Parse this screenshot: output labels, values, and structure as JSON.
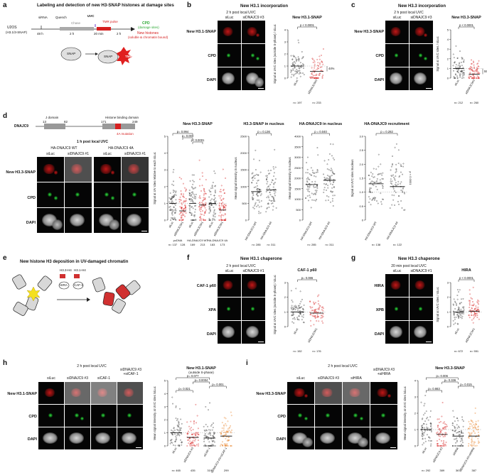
{
  "panel_a": {
    "letter": "a",
    "title": "Labeling and detection of new H3-SNAP histones at damage sites",
    "cell_line": "U2OS",
    "cell_line_sub": "(H3.1/3-SNAP)",
    "siRNA": "siRNA",
    "quench": "Quench",
    "chase": "Chase",
    "uvc": "UVC",
    "tmr_pulse": "TMR pulse",
    "t48": "48 h",
    "t2h_a": "2 h",
    "t20min": "20 min",
    "t2h_b": "2 h",
    "cpd": "CPD",
    "cpd_sub": "(damage sites)",
    "new_histones": "New histones",
    "new_histones_sub": "(soluble & chromatin bound)",
    "snap": "SNAP",
    "tmr": "TMR"
  },
  "panel_b": {
    "letter": "b",
    "title": "New H3.1 incorporation",
    "condition": "2 h post local UVC",
    "cols": [
      "siLuc",
      "siDNAJC9 #3"
    ],
    "rows": [
      "New H3.1-SNAP",
      "CPD",
      "DAPI"
    ],
    "plot_title": "New H3.1-SNAP",
    "ylabel": "Signal at UVC sites (outside S-phase) / siLuc",
    "pval": "p < 0.0001",
    "pct": "44%",
    "xlabels": [
      "siLuc",
      "siDNAJC9#3"
    ],
    "n": [
      "n= 197",
      "n= 233"
    ],
    "yticks": [
      "0",
      "1",
      "2",
      "3",
      "4"
    ]
  },
  "panel_c": {
    "letter": "c",
    "title": "New H3.3 incorporation",
    "condition": "2 h post local UVC",
    "cols": [
      "siLuc",
      "siDNAJC9 #3"
    ],
    "rows": [
      "New H3.3-SNAP",
      "CPD",
      "DAPI"
    ],
    "plot_title": "New H3.3-SNAP",
    "ylabel": "Signal at UVC sites / siLuc",
    "pval": "p < 0.0001",
    "pct": "59%",
    "xlabels": [
      "siLuc",
      "siDNAJC9#3"
    ],
    "n": [
      "n= 212",
      "n= 260"
    ],
    "yticks": [
      "0",
      "1",
      "2",
      "3",
      "4",
      "5"
    ]
  },
  "panel_d": {
    "letter": "d",
    "protein": "DNAJC9",
    "domain1": "J domain",
    "domain2": "Histone binding domain",
    "pos": [
      "13",
      "82",
      "171",
      "249"
    ],
    "mutation": "4A mutation",
    "condition": "1 h post local UVC",
    "groups": [
      "HA-DNAJC9 WT",
      "HA-DNAJC9 4A"
    ],
    "cols": [
      "siLuc",
      "siDNAJC9 #1",
      "siLuc",
      "siDNAJC9 #1"
    ],
    "rows": [
      "New H3.3-SNAP",
      "CPD",
      "DAPI"
    ],
    "plot1": {
      "title": "New H3.3-SNAP",
      "ylabel": "Signal at UV sites relative to each siLuc",
      "pvals": [
        "p= 0.994",
        "p= 0.004",
        "p< 0.0001"
      ],
      "xlabels": [
        "siLuc",
        "siDNAJC9#1",
        "siLuc",
        "siDNAJC9#1",
        "siLuc",
        "siDNAJC9#1"
      ],
      "groups": [
        "pcDNA",
        "HA-DNAJC9 WT",
        "HA-DNAJC9 4A"
      ],
      "n": [
        "n= 137",
        "128",
        "169",
        "213",
        "183",
        "173"
      ],
      "yticks": [
        "0",
        "1",
        "2",
        "3",
        "4",
        "5"
      ]
    },
    "plot2": {
      "title": "H3.3-SNAP in nucleus",
      "ylabel": "Mean signal intensity in nucleus",
      "pval": "p = 0.136",
      "xlabels": [
        "HA-DNAJC9 WT",
        "HA-DNAJC9 4A"
      ],
      "n": [
        "n= 285",
        "n= 311"
      ],
      "yticks": [
        "0",
        "500",
        "1000",
        "1500",
        "2000",
        "2500"
      ]
    },
    "plot3": {
      "title": "HA-DNAJC9 in nucleus",
      "ylabel": "Mean signal intensity in nucleus",
      "pval": "p = 0.040",
      "xlabels": [
        "HA-DNAJC9 WT",
        "HA-DNAJC9 4A"
      ],
      "n": [
        "n= 285",
        "n= 311"
      ],
      "yticks": [
        "0",
        "500",
        "1000",
        "1500",
        "2000",
        "2500",
        "3000",
        "3500",
        "4000"
      ]
    },
    "plot4": {
      "title": "HA-DNAJC9 recruitment",
      "ylabel": "Signal at UVC sites /nucleus",
      "pval": "p = 0.282",
      "pval2": "p < 0.0001",
      "xlabels": [
        "HA-DNAJC9 WT",
        "HA-DNAJC9 4A"
      ],
      "n": [
        "n= 138",
        "n= 122"
      ],
      "yticks": [
        "0",
        "0.5",
        "1.0",
        "1.5",
        "2.0",
        "2.5",
        "3.0"
      ]
    }
  },
  "panel_e": {
    "letter": "e",
    "title": "New histone H3 deposition in UV-damaged chromatin",
    "lab1": "H3.3-H4",
    "lab2": "H3.1-H4",
    "hira": "HIRA",
    "caf1": "CAF-1"
  },
  "panel_f": {
    "letter": "f",
    "title": "New H3.1 chaperone",
    "condition": "2 h post local UVC",
    "cols": [
      "siLuc",
      "siDNAJC9 #1"
    ],
    "rows": [
      "CAF-1 p60",
      "XPA",
      "DAPI"
    ],
    "plot_title": "CAF-1 p60",
    "ylabel": "Signal at UVC sites (outside S-phase) / siLuc",
    "pval": "p= 0.086",
    "xlabels": [
      "siLuc",
      "siDNAJC9#1"
    ],
    "n": [
      "n= 152",
      "n= 176"
    ],
    "yticks": [
      "0",
      "1",
      "2",
      "3"
    ]
  },
  "panel_g": {
    "letter": "g",
    "title": "New H3.3 chaperone",
    "condition": "20 min post local UVC",
    "cols": [
      "siLuc",
      "siDNAJC9 #1"
    ],
    "rows": [
      "HIRA",
      "XPB",
      "DAPI"
    ],
    "plot_title": "HIRA",
    "ylabel": "Signal at UVC sites / siLuc",
    "pval": "p < 0.0001",
    "xlabels": [
      "siLuc",
      "siDNAJC9#1"
    ],
    "n": [
      "n= 672",
      "n= 551"
    ],
    "yticks": [
      "0",
      "1",
      "2",
      "3"
    ]
  },
  "panel_h": {
    "letter": "h",
    "condition": "2 h post local UVC",
    "cols": [
      "siLuc",
      "siDNAJC9 #3",
      "siCAF-1",
      "siDNAJC9 #3 +siCAF-1"
    ],
    "rows": [
      "New H3.1-SNAP",
      "CPD",
      "DAPI"
    ],
    "plot_title": "New H3.1-SNAP",
    "plot_sub": "(outside S-phase)",
    "ylabel": "Mean signal intensity at UVC sites /siLuc",
    "pvals": [
      "p= 0.077",
      "p= 0.0004",
      "p= 0.001",
      "p= 0.021"
    ],
    "xlabels": [
      "siLuc",
      "siDNAJC9 #3",
      "siCAF-1",
      "siDNAJC9 #3+siCAF-1"
    ],
    "n": [
      "n= 465",
      "435",
      "319",
      "299"
    ],
    "yticks": [
      "0",
      "1",
      "2",
      "3",
      "4",
      "5"
    ]
  },
  "panel_i": {
    "letter": "i",
    "condition": "2 h post local UVC",
    "cols": [
      "siLuc",
      "siDNAJC9 #3",
      "siHIRA",
      "siDNAJC9 #3 +siHIRA"
    ],
    "rows": [
      "New H3.3-SNAP",
      "CPD",
      "DAPI"
    ],
    "plot_title": "New H3.3-SNAP",
    "ylabel": "Mean signal intensity at UVC sites /siLuc",
    "pvals": [
      "p= 0.006",
      "p= 0.336",
      "p= 0.015",
      "p= 0.663"
    ],
    "xlabels": [
      "siLuc",
      "siDNAJC9 #3",
      "siHIRA",
      "siDNAJC9 #3+siHIRA"
    ],
    "n": [
      "n= 292",
      "389",
      "367",
      "387"
    ],
    "yticks": [
      "0",
      "1",
      "2",
      "3",
      "4"
    ]
  },
  "chart_data": [
    {
      "type": "scatter",
      "panel": "b",
      "title": "New H3.1-SNAP",
      "categories": [
        "siLuc",
        "siDNAJC9#3"
      ],
      "medians": [
        1.0,
        0.56
      ],
      "ylim": [
        0,
        4
      ],
      "colors": [
        "#333333",
        "#d62020"
      ]
    },
    {
      "type": "scatter",
      "panel": "c",
      "title": "New H3.3-SNAP",
      "categories": [
        "siLuc",
        "siDNAJC9#3"
      ],
      "medians": [
        1.0,
        0.41
      ],
      "ylim": [
        0,
        5
      ],
      "colors": [
        "#333333",
        "#d62020"
      ]
    },
    {
      "type": "scatter",
      "panel": "d1",
      "title": "New H3.3-SNAP",
      "categories": [
        "siLuc",
        "siDNAJC9#1",
        "siLuc",
        "siDNAJC9#1",
        "siLuc",
        "siDNAJC9#1"
      ],
      "medians": [
        1.0,
        0.55,
        1.0,
        0.9,
        1.0,
        0.6
      ],
      "ylim": [
        0,
        5
      ],
      "colors": [
        "#333333",
        "#d62020",
        "#333333",
        "#d62020",
        "#333333",
        "#d62020"
      ]
    },
    {
      "type": "scatter",
      "panel": "d2",
      "title": "H3.3-SNAP in nucleus",
      "categories": [
        "HA-DNAJC9 WT",
        "HA-DNAJC9 4A"
      ],
      "medians": [
        850,
        900
      ],
      "ylim": [
        0,
        2500
      ],
      "colors": [
        "#333333",
        "#333333"
      ]
    },
    {
      "type": "scatter",
      "panel": "d3",
      "title": "HA-DNAJC9 in nucleus",
      "categories": [
        "HA-DNAJC9 WT",
        "HA-DNAJC9 4A"
      ],
      "medians": [
        1700,
        1900
      ],
      "ylim": [
        0,
        4000
      ],
      "colors": [
        "#333333",
        "#333333"
      ]
    },
    {
      "type": "scatter",
      "panel": "d4",
      "title": "HA-DNAJC9 recruitment",
      "categories": [
        "HA-DNAJC9 WT",
        "HA-DNAJC9 4A"
      ],
      "medians": [
        1.3,
        1.2
      ],
      "ylim": [
        0,
        3.0
      ],
      "colors": [
        "#333333",
        "#333333"
      ]
    },
    {
      "type": "scatter",
      "panel": "f",
      "title": "CAF-1 p60",
      "categories": [
        "siLuc",
        "siDNAJC9#1"
      ],
      "medians": [
        1.0,
        0.92
      ],
      "ylim": [
        0,
        3
      ],
      "colors": [
        "#333333",
        "#d62020"
      ]
    },
    {
      "type": "scatter",
      "panel": "g",
      "title": "HIRA",
      "categories": [
        "siLuc",
        "siDNAJC9#1"
      ],
      "medians": [
        1.0,
        1.05
      ],
      "ylim": [
        0,
        3
      ],
      "colors": [
        "#333333",
        "#d62020"
      ]
    },
    {
      "type": "scatter",
      "panel": "h",
      "title": "New H3.1-SNAP",
      "categories": [
        "siLuc",
        "siDNAJC9 #3",
        "siCAF-1",
        "siDNAJC9 #3+siCAF-1"
      ],
      "medians": [
        1.0,
        0.65,
        0.6,
        0.75
      ],
      "ylim": [
        0,
        5
      ],
      "colors": [
        "#333333",
        "#d62020",
        "#333333",
        "#e67e22"
      ]
    },
    {
      "type": "scatter",
      "panel": "i",
      "title": "New H3.3-SNAP",
      "categories": [
        "siLuc",
        "siDNAJC9 #3",
        "siHIRA",
        "siDNAJC9 #3+siHIRA"
      ],
      "medians": [
        1.0,
        0.7,
        0.6,
        0.6
      ],
      "ylim": [
        0,
        4
      ],
      "colors": [
        "#333333",
        "#d62020",
        "#333333",
        "#e67e22"
      ]
    }
  ]
}
